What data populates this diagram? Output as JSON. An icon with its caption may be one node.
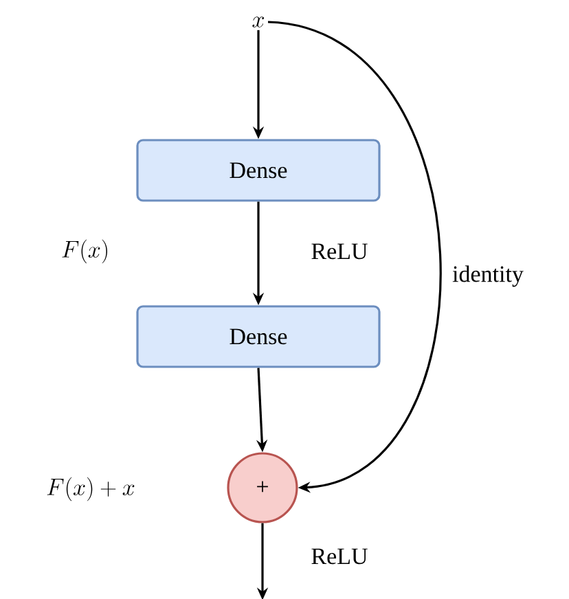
{
  "diagram": {
    "nodes": [
      {
        "text": [
          "x"
        ]
      },
      {
        "text": [
          "Dense"
        ]
      },
      {
        "text": [
          "Dense"
        ]
      },
      {
        "text": [
          "+"
        ]
      }
    ],
    "edges": [
      {
        "from": 0,
        "to": 1,
        "arrow": "to"
      },
      {
        "from": 1,
        "to": 2,
        "arrow": "to",
        "label": "ReLU"
      },
      {
        "from": 2,
        "to": 3,
        "arrow": "to"
      },
      {
        "from": 0,
        "to": 3,
        "arrow": "to",
        "label": "identity"
      },
      {
        "from": 3,
        "to": null,
        "arrow": "to",
        "label": "ReLU"
      }
    ],
    "labels": [
      "F(x)",
      "F(x)+x"
    ]
  }
}
